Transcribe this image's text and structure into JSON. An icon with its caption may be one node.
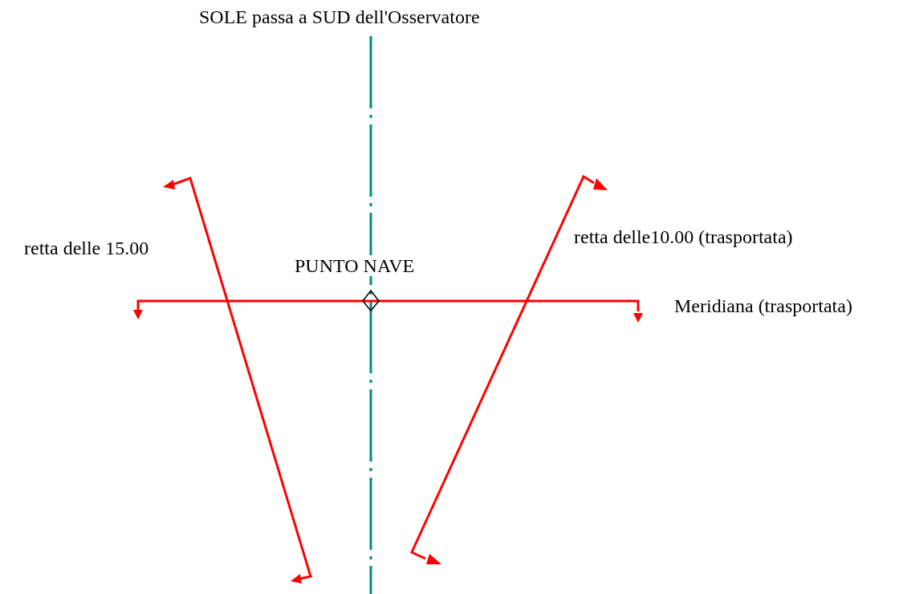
{
  "diagram": {
    "labels": [
      "SOLE passa a SUD dell'Osservatore",
      "retta delle 15.00",
      "retta delle10.00 (trasportata)",
      "PUNTO NAVE",
      "Meridiana (trasportata)"
    ]
  }
}
